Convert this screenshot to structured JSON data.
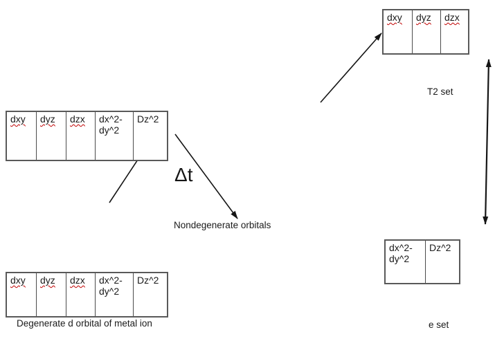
{
  "colors": {
    "background": "#ffffff",
    "table_border": "#595959",
    "cell_divider": "#4a4a4a",
    "text": "#1a1a1a",
    "misspelling_squiggle": "#c00000",
    "arrow": "#151515"
  },
  "labels": {
    "t2_set": "T2 set",
    "e_set": "e set",
    "delta_t": "Δt",
    "nondegenerate": "Nondegenerate orbitals",
    "degenerate_caption": "Degenerate d orbital of metal ion"
  },
  "tables": {
    "t2_top_right": {
      "cells": [
        {
          "label": "dxy"
        },
        {
          "label": "dyz"
        },
        {
          "label": "dzx"
        }
      ]
    },
    "split_middle": {
      "cells": [
        {
          "label": "dxy"
        },
        {
          "label": "dyz"
        },
        {
          "label": "dzx"
        },
        {
          "label": "dx^2-dy^2"
        },
        {
          "label": "Dz^2"
        }
      ]
    },
    "degenerate_bottom": {
      "cells": [
        {
          "label": "dxy"
        },
        {
          "label": "dyz"
        },
        {
          "label": "dzx"
        },
        {
          "label": "dx^2-dy^2"
        },
        {
          "label": "Dz^2"
        }
      ]
    },
    "e_bottom_right": {
      "cells": [
        {
          "label": "dx^2-dy^2"
        },
        {
          "label": "Dz^2"
        }
      ]
    }
  },
  "icons": {
    "up_right_arrow": "arrow pointing to T2 set box",
    "up_right_arrow_2": "arrow pointing into Dz^2 cell",
    "down_right_arrow": "arrow pointing to nondegenerate orbitals",
    "double_headed_vertical_arrow": "energy gap arrow between T2 set and e set"
  }
}
